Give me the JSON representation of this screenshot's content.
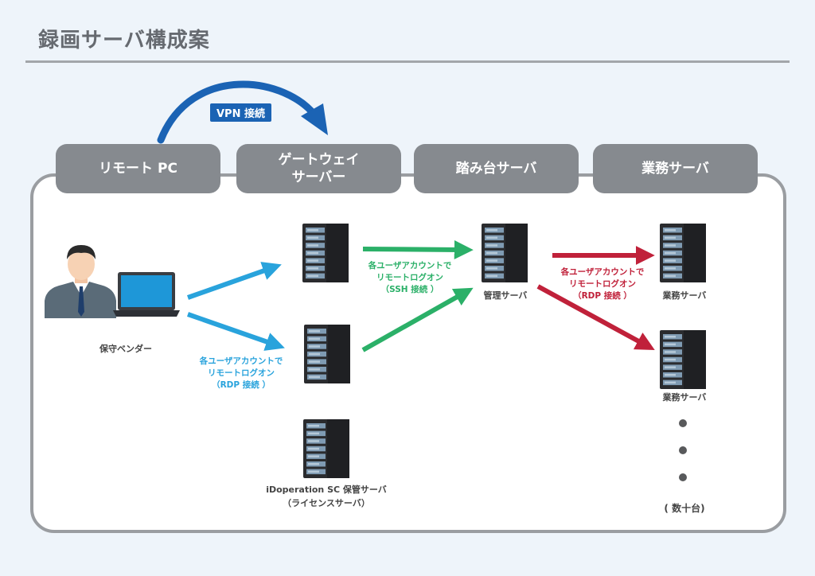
{
  "title": "録画サーバ構成案",
  "vpn_label": "VPN 接続",
  "tabs": [
    {
      "lines": [
        "リモート PC"
      ]
    },
    {
      "lines": [
        "ゲートウェイ",
        "サーバー"
      ]
    },
    {
      "lines": [
        "踏み台サーバ"
      ]
    },
    {
      "lines": [
        "業務サーバ"
      ]
    }
  ],
  "vendor_label": "保守ベンダー",
  "notes": {
    "rdp_left": {
      "line1": "各ユーザアカウントで",
      "line2": "リモートログオン",
      "line3": "（RDP 接続 ）",
      "color": "#29a3dc"
    },
    "ssh": {
      "line1": "各ユーザアカウントで",
      "line2": "リモートログオン",
      "line3": "（SSH 接続 ）",
      "color": "#2bb068"
    },
    "rdp_right": {
      "line1": "各ユーザアカウントで",
      "line2": "リモートログオン",
      "line3": "（RDP 接続 ）",
      "color": "#c0213a"
    }
  },
  "servers": {
    "management": "管理サーバ",
    "business_1": "業務サーバ",
    "business_2": "業務サーバ",
    "storage_line1": "iDoperation SC 保管サーバ",
    "storage_line2": "（ライセンスサーバ）"
  },
  "count_label": "( 数十台)",
  "colors": {
    "vpn": "#1b63b4",
    "rdp_blue": "#29a3dc",
    "ssh_green": "#2bb068",
    "rdp_red": "#c0213a",
    "tab_gray": "#868a8f"
  }
}
